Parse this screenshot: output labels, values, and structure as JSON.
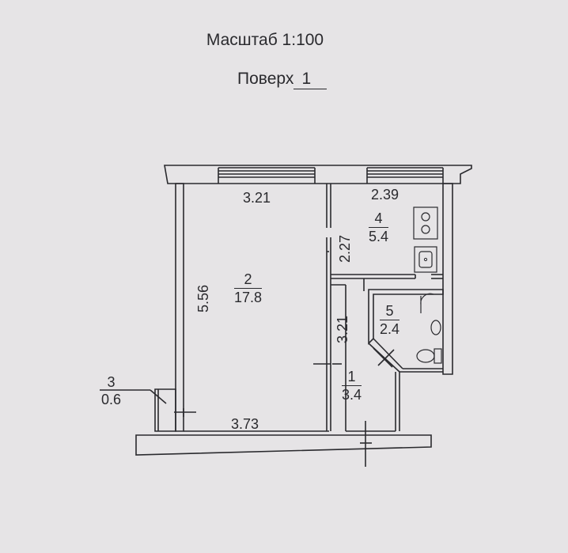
{
  "header": {
    "scale_label": "Масштаб 1:100",
    "floor_prefix": "Поверх",
    "floor_number": "1"
  },
  "rooms": [
    {
      "id": "room-1",
      "number": "1",
      "area": "3.4"
    },
    {
      "id": "room-2",
      "number": "2",
      "area": "17.8"
    },
    {
      "id": "room-3",
      "number": "3",
      "area": "0.6"
    },
    {
      "id": "room-4",
      "number": "4",
      "area": "5.4"
    },
    {
      "id": "room-5",
      "number": "5",
      "area": "2.4"
    }
  ],
  "dimensions": {
    "room2_top_width": "3.21",
    "room2_height": "5.56",
    "bottom_width": "3.73",
    "kitchen_width": "2.39",
    "kitchen_depth": "2.27",
    "hall_length": "3.21"
  }
}
